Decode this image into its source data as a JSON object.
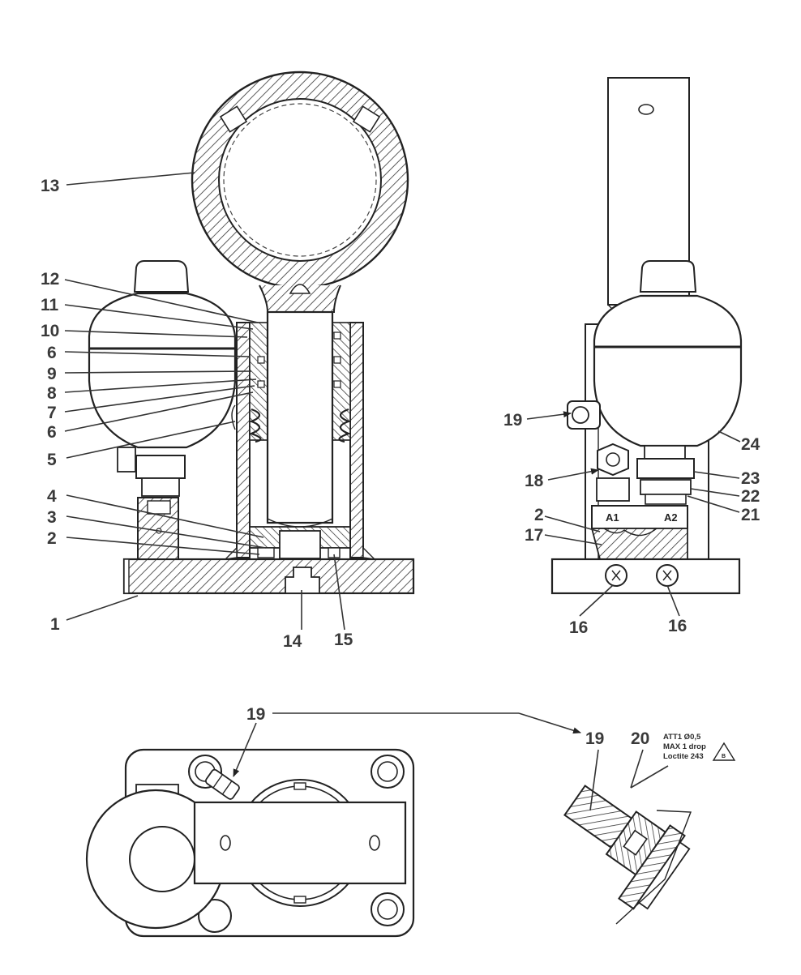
{
  "colors": {
    "ink": "#222222",
    "text": "#3a3a3a",
    "paper": "#ffffff"
  },
  "callouts": {
    "c1": "1",
    "c2": "2",
    "c3": "3",
    "c4": "4",
    "c5": "5",
    "c6": "6",
    "c7": "7",
    "c8": "8",
    "c9": "9",
    "c10": "10",
    "c11": "11",
    "c12": "12",
    "c13": "13",
    "c14": "14",
    "c15": "15",
    "c16": "16",
    "c17": "17",
    "c18": "18",
    "c19": "19",
    "c20": "20",
    "c21": "21",
    "c22": "22",
    "c23": "23",
    "c24": "24"
  },
  "port_labels": {
    "a1": "A1",
    "a2": "A2"
  },
  "note": {
    "line1": "ATT1 Ø0,5",
    "line2": "MAX 1 drop",
    "line3": "Loctite 243"
  },
  "note_symbol": "B"
}
